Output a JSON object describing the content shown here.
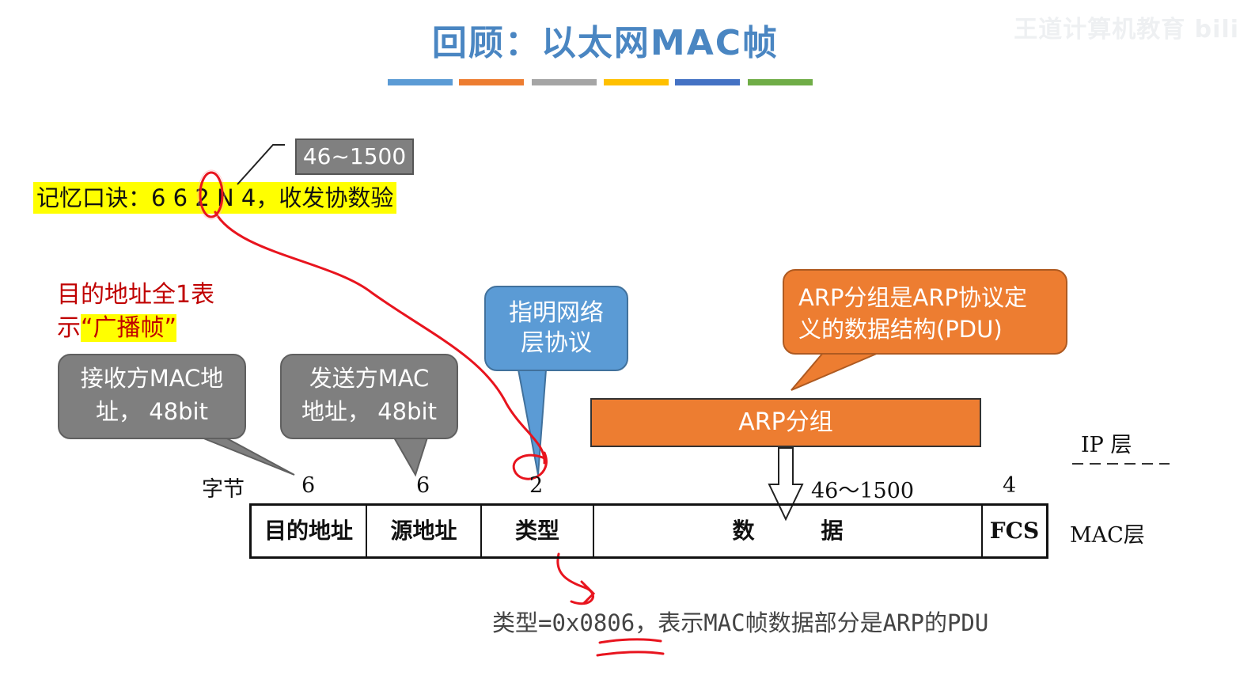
{
  "slide": {
    "title": "回顾：以太网MAC帧",
    "watermark": "王道计算机教育 bili",
    "stripe_colors": [
      "#5b9bd5",
      "#ed7d31",
      "#a5a5a5",
      "#ffc000",
      "#4472c4",
      "#70ad47"
    ]
  },
  "mnemonic": {
    "text": "记忆口诀：6 6 2 N 4，收发协数验",
    "range_label": "46~1500"
  },
  "broadcast_note": {
    "line1": "目的地址全1表",
    "line2_prefix": "示",
    "line2_highlight": "“广播帧”"
  },
  "callouts": {
    "receiver": {
      "line1": "接收方MAC地",
      "line2": "址， 48bit"
    },
    "sender": {
      "line1": "发送方MAC",
      "line2": "地址， 48bit"
    },
    "type": {
      "line1": "指明网络",
      "line2": "层协议"
    },
    "arp_pdu": {
      "line1": "ARP分组是ARP协议定",
      "line2": "义的数据结构(PDU)"
    }
  },
  "arp_packet_label": "ARP分组",
  "layers": {
    "ip": "IP 层",
    "mac": "MAC层"
  },
  "byte_row": {
    "label": "字节",
    "sizes": [
      "6",
      "6",
      "2",
      "46～1500",
      "4"
    ]
  },
  "frame_fields": [
    "目的地址",
    "源地址",
    "类型",
    "数　　　据",
    "FCS"
  ],
  "type_note": "类型=0x0806，表示MAC帧数据部分是ARP的PDU",
  "colors": {
    "title": "#4a86c2",
    "highlight": "#ffff00",
    "gray_callout": "#7f7f7f",
    "blue_callout": "#5b9bd5",
    "orange": "#ed7d31",
    "annotation_red": "#e8141e"
  }
}
